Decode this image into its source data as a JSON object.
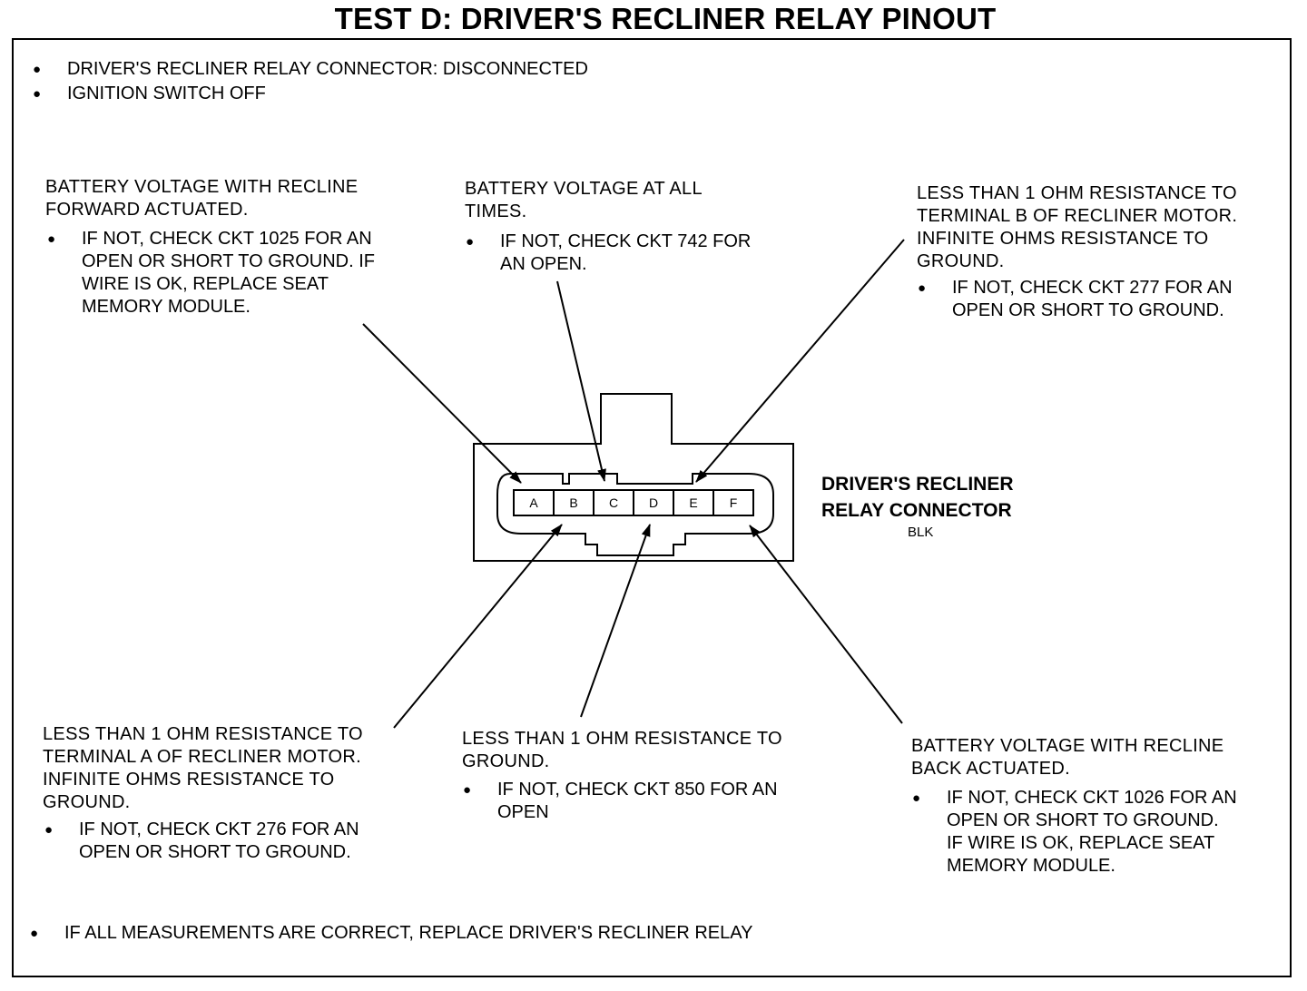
{
  "title": "TEST D:  DRIVER'S RECLINER RELAY PINOUT",
  "conditions": [
    "DRIVER'S RECLINER RELAY CONNECTOR: DISCONNECTED",
    "IGNITION SWITCH OFF"
  ],
  "pins": {
    "A": {
      "label": "A",
      "text": [
        "BATTERY VOLTAGE WITH RECLINE",
        "FORWARD ACTUATED."
      ],
      "bullet": [
        " IF NOT, CHECK CKT 1025 FOR AN",
        "OPEN OR SHORT TO GROUND. IF",
        "WIRE IS OK, REPLACE SEAT",
        "MEMORY MODULE."
      ]
    },
    "B": {
      "label": "B",
      "text": [
        "LESS THAN 1 OHM RESISTANCE TO",
        "TERMINAL A OF RECLINER MOTOR.",
        "INFINITE OHMS RESISTANCE TO",
        "GROUND."
      ],
      "bullet": [
        "IF NOT, CHECK CKT 276 FOR AN",
        "OPEN OR SHORT TO GROUND."
      ]
    },
    "C": {
      "label": "C",
      "text": [
        "BATTERY VOLTAGE AT ALL",
        "TIMES."
      ],
      "bullet": [
        "IF NOT, CHECK CKT 742 FOR",
        "AN OPEN."
      ]
    },
    "D": {
      "label": "D",
      "text": [
        "LESS THAN 1 OHM RESISTANCE TO",
        "GROUND."
      ],
      "bullet": [
        "IF NOT, CHECK CKT 850 FOR AN",
        "OPEN"
      ]
    },
    "E": {
      "label": "E",
      "text": [
        "LESS THAN 1 OHM RESISTANCE TO",
        "TERMINAL B OF RECLINER MOTOR.",
        "INFINITE OHMS RESISTANCE TO",
        "GROUND."
      ],
      "bullet": [
        "IF NOT, CHECK CKT 277 FOR AN",
        "OPEN OR SHORT TO GROUND."
      ]
    },
    "F": {
      "label": "F",
      "text": [
        "BATTERY VOLTAGE WITH RECLINE",
        "BACK ACTUATED."
      ],
      "bullet": [
        "IF NOT, CHECK CKT 1026 FOR AN",
        "OPEN OR SHORT TO GROUND.",
        "IF WIRE IS OK, REPLACE SEAT",
        "MEMORY MODULE."
      ]
    }
  },
  "connector": {
    "title_line1": "DRIVER'S RECLINER",
    "title_line2": "RELAY CONNECTOR",
    "color": "BLK"
  },
  "footer": "IF ALL MEASUREMENTS ARE CORRECT, REPLACE DRIVER'S RECLINER RELAY",
  "bullet_symbol": "●"
}
